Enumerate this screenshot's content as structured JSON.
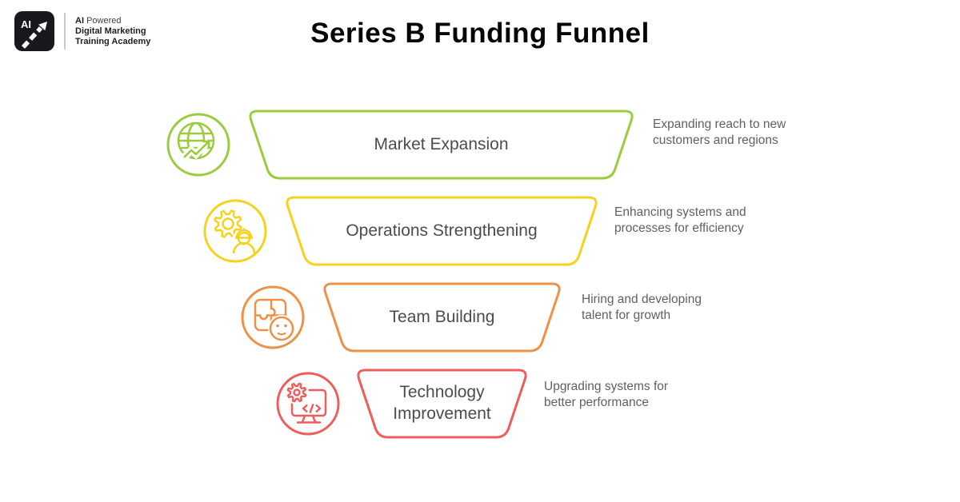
{
  "brand": {
    "logo_badge": "AI",
    "tagline_bold": "AI",
    "tagline_rest": "Powered",
    "name_line1": "Digital Marketing",
    "name_line2": "Training Academy"
  },
  "title": "Series B Funding Funnel",
  "funnel": {
    "stages": [
      {
        "label": "Market Expansion",
        "description": "Expanding reach to new customers and regions",
        "color": "#9BCB3E",
        "icon": "globe-growth-icon"
      },
      {
        "label": "Operations Strengthening",
        "description": "Enhancing systems and processes for efficiency",
        "color": "#F4D31E",
        "icon": "gear-engineer-icon"
      },
      {
        "label": "Team Building",
        "description": "Hiring and developing talent for growth",
        "color": "#EE9148",
        "icon": "puzzle-person-icon"
      },
      {
        "label": "Technology Improvement",
        "description": "Upgrading systems for better performance",
        "color": "#EE5D5B",
        "icon": "monitor-code-gear-icon"
      }
    ]
  }
}
